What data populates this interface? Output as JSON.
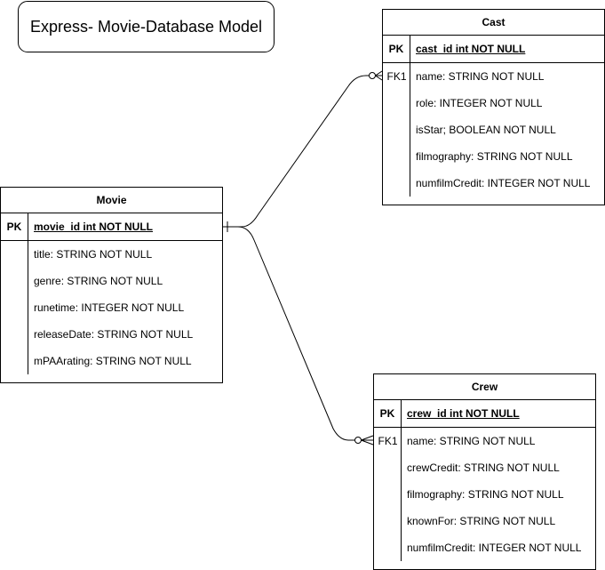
{
  "diagram_title": "Express- Movie-Database Model",
  "entities": {
    "cast": {
      "name": "Cast",
      "pk": {
        "key": "PK",
        "field": "cast_id int NOT NULL"
      },
      "attributes": [
        {
          "key": "FK1",
          "field": "name: STRING NOT NULL"
        },
        {
          "key": "",
          "field": "role: INTEGER NOT NULL"
        },
        {
          "key": "",
          "field": "isStar; BOOLEAN NOT NULL"
        },
        {
          "key": "",
          "field": "filmography: STRING NOT NULL"
        },
        {
          "key": "",
          "field": "numfilmCredit: INTEGER NOT NULL"
        }
      ]
    },
    "movie": {
      "name": "Movie",
      "pk": {
        "key": "PK",
        "field": "movie_id int NOT NULL"
      },
      "attributes": [
        {
          "key": "",
          "field": "title: STRING NOT NULL"
        },
        {
          "key": "",
          "field": "genre: STRING NOT NULL"
        },
        {
          "key": "",
          "field": "runetime: INTEGER NOT NULL"
        },
        {
          "key": "",
          "field": "releaseDate: STRING NOT NULL"
        },
        {
          "key": "",
          "field": "mPAArating: STRING NOT NULL"
        }
      ]
    },
    "crew": {
      "name": "Crew",
      "pk": {
        "key": "PK",
        "field": "crew_id int NOT NULL"
      },
      "attributes": [
        {
          "key": "FK1",
          "field": "name: STRING NOT NULL"
        },
        {
          "key": "",
          "field": "crewCredit: STRING NOT NULL"
        },
        {
          "key": "",
          "field": "filmography: STRING NOT NULL"
        },
        {
          "key": "",
          "field": "knownFor: STRING NOT NULL"
        },
        {
          "key": "",
          "field": "numfilmCredit: INTEGER NOT NULL"
        }
      ]
    }
  },
  "relationships": [
    {
      "from": "movie",
      "to": "cast",
      "from_cardinality": "one",
      "to_cardinality": "zero-or-many"
    },
    {
      "from": "movie",
      "to": "crew",
      "from_cardinality": "one",
      "to_cardinality": "zero-or-many"
    }
  ]
}
